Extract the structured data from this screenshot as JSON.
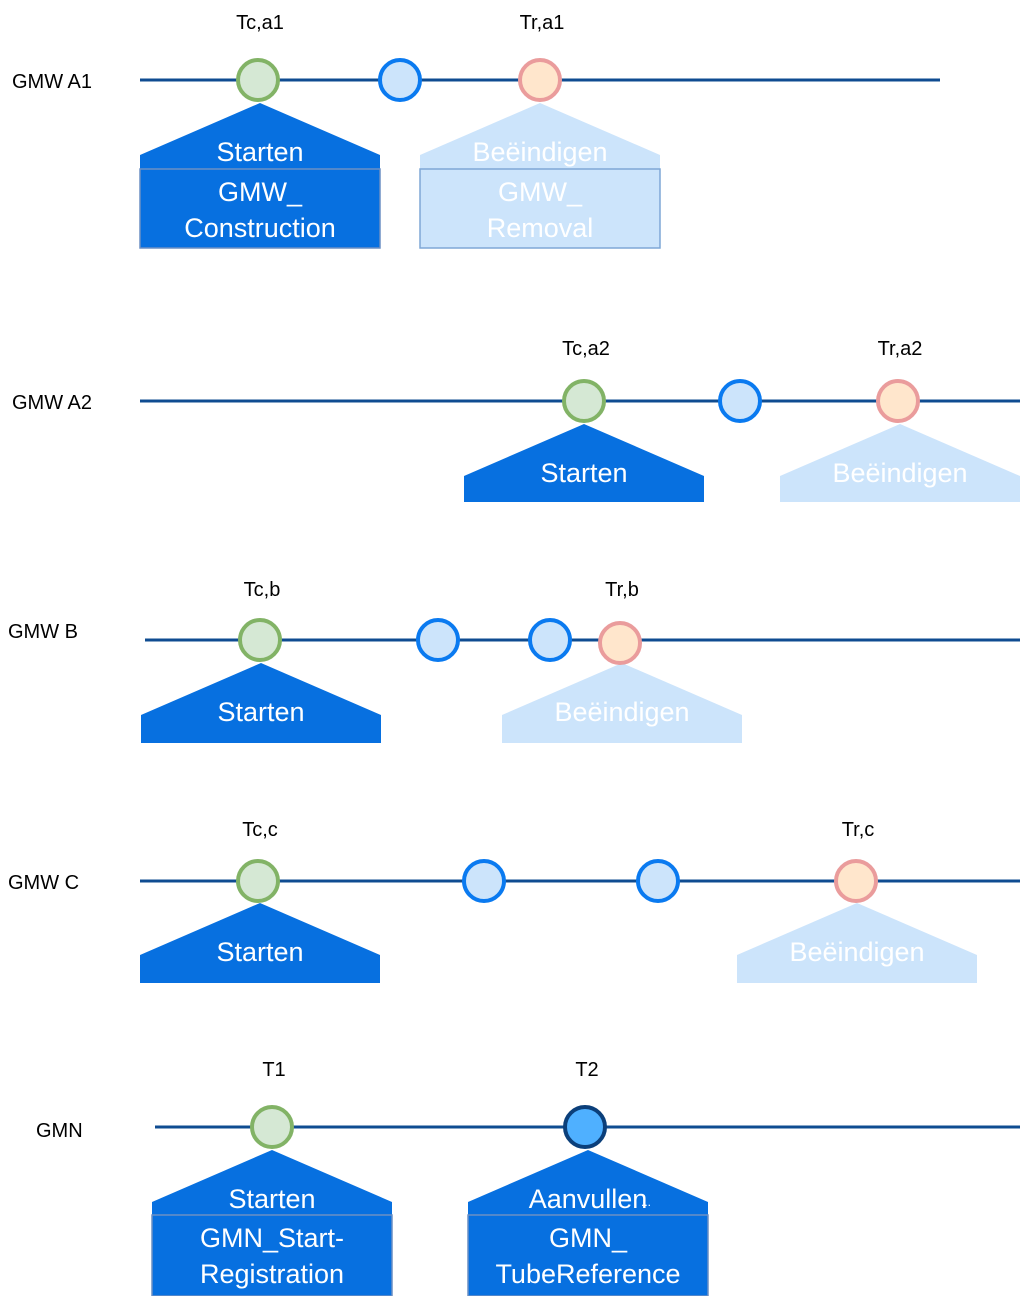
{
  "colors": {
    "line": "#0f4c91",
    "dark": "#0770e0",
    "light": "#cce4fb",
    "light_border": "#7fa7d6",
    "dark_border": "#6c8fc4",
    "start_stroke": "#82b366",
    "start_fill": "#d5e8d4",
    "mid_stroke": "#0a7af0",
    "mid_fill": "#cce4fb",
    "end_stroke": "#ea9c9c",
    "end_fill": "#ffe6cc",
    "t2_stroke": "#0b3f7a",
    "t2_fill": "#4fb0ff"
  },
  "lanes": [
    {
      "label": "GMW A1",
      "events": [
        {
          "kind": "start",
          "label": "Tc,a1"
        },
        {
          "kind": "mid"
        },
        {
          "kind": "end",
          "label": "Tr,a1"
        }
      ],
      "blocks": [
        {
          "style": "dark",
          "title": "Starten",
          "message": [
            "GMW_",
            "Construction"
          ]
        },
        {
          "style": "light",
          "title": "Beëindigen",
          "message": [
            "GMW_",
            "Removal"
          ]
        }
      ]
    },
    {
      "label": "GMW A2",
      "events": [
        {
          "kind": "start",
          "label": "Tc,a2"
        },
        {
          "kind": "mid"
        },
        {
          "kind": "end",
          "label": "Tr,a2"
        }
      ],
      "blocks": [
        {
          "style": "dark",
          "title": "Starten"
        },
        {
          "style": "light",
          "title": "Beëindigen"
        }
      ]
    },
    {
      "label": "GMW B",
      "events": [
        {
          "kind": "start",
          "label": "Tc,b"
        },
        {
          "kind": "mid"
        },
        {
          "kind": "mid"
        },
        {
          "kind": "end",
          "label": "Tr,b"
        }
      ],
      "blocks": [
        {
          "style": "dark",
          "title": "Starten"
        },
        {
          "style": "light",
          "title": "Beëindigen"
        }
      ]
    },
    {
      "label": "GMW C",
      "events": [
        {
          "kind": "start",
          "label": "Tc,c"
        },
        {
          "kind": "mid"
        },
        {
          "kind": "mid"
        },
        {
          "kind": "end",
          "label": "Tr,c"
        }
      ],
      "blocks": [
        {
          "style": "dark",
          "title": "Starten"
        },
        {
          "style": "light",
          "title": "Beëindigen"
        }
      ]
    },
    {
      "label": "GMN",
      "events": [
        {
          "kind": "start",
          "label": "T1"
        },
        {
          "kind": "t2",
          "label": "T2"
        }
      ],
      "blocks": [
        {
          "style": "dark",
          "title": "Starten",
          "message": [
            "GMN_Start-",
            "Registration"
          ]
        },
        {
          "style": "dark",
          "title": "Aanvullen",
          "ellipsis": "...",
          "message": [
            "GMN_",
            "TubeReference"
          ]
        }
      ]
    }
  ]
}
